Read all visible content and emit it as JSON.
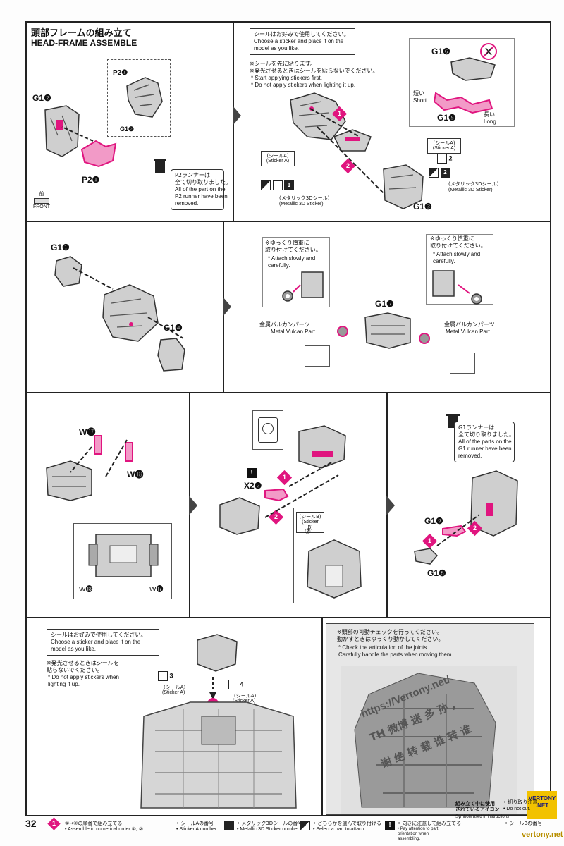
{
  "header": {
    "title_jp": "頭部フレームの組み立て",
    "title_en": "HEAD-FRAME ASSEMBLE",
    "front_jp": "前",
    "front_en": "FRONT"
  },
  "panel1": {
    "p2_top": "P2❶",
    "g1_2_inset": "G1❷",
    "g1_2": "G1❷",
    "p2_1": "P2❶",
    "runner_note_jp": "P2ランナーは\n全て切り取りました。",
    "runner_note_en": "All of the part on the\nP2 runner have been\nremoved."
  },
  "panel2": {
    "sticker_note_jp": "シールはお好みで使用してください。",
    "sticker_note_en": "Choose a sticker and place it on the\nmodel as you like.",
    "start_jp": "※シールを先に貼ります。",
    "light_jp": "※発光させるときはシールを貼らないでください。",
    "start_en": "* Start applying stickers first.",
    "light_en": "* Do not apply stickers when lighting it up.",
    "g1_6": "G1❻",
    "g1_5": "G1❺",
    "short_jp": "短い",
    "short_en": "Short",
    "long_jp": "長い",
    "long_en": "Long",
    "g1_3": "G1❸",
    "stickerA_jp": "(シールA)",
    "stickerA_en": "(Sticker A)",
    "metallic_jp": "(メタリック3Dシール)",
    "metallic_en": "(Metallic 3D Sticker)",
    "n1": "1",
    "n2": "2"
  },
  "panel3": {
    "g1_1": "G1❶",
    "g1_4": "G1❹"
  },
  "panel4": {
    "attach_jp": "※ゆっくり慎重に\n取り付けてください。",
    "attach_en": "* Attach slowly and\ncarefully.",
    "g1_7": "G1❼",
    "vulcan_jp": "金属バルカンパーツ",
    "vulcan_en": "Metal Vulcan Part"
  },
  "panel5": {
    "w17": "W⓱",
    "w18": "W⓲",
    "w18_small": "W⓲",
    "w17_small": "W⓱"
  },
  "panel6": {
    "x2": "X2❷",
    "stickerB_jp": "(シールB)",
    "stickerB_en": "(Sticker B)",
    "n7": "⑦"
  },
  "panel7": {
    "runner_note_jp": "G1ランナーは\n全て切り取りました。",
    "runner_note_en": "All of the parts on the\nG1 runner have been\nremoved.",
    "g1_9": "G1❾",
    "g1_8": "G1❽"
  },
  "panel8": {
    "sticker_note_jp": "シールはお好みで使用してください。",
    "sticker_note_en": "Choose a sticker and place it on the\nmodel as you like.",
    "light_jp": "※発光させるときはシールを\n貼らないでください。",
    "light_en": "* Do not apply stickers when\nlighting it up.",
    "n3": "3",
    "n4": "4",
    "stickerA_jp": "(シールA)",
    "stickerA_en": "(Sticker A)"
  },
  "panel9": {
    "check_jp": "※頭部の可動チェックを行ってください。\n動かすときはゆっくり動かしてください。",
    "check_en": "* Check the articulation of the joints.\nCarefully handle the parts when moving them.",
    "watermark1": "https://Vertony.net/",
    "watermark2": "TH 微博 迷 多 孙 ,",
    "watermark3": "谢 绝 转 载 谁 转 谁"
  },
  "footer": {
    "page_number": "32",
    "order_jp": "①→②の順番で組み立てる",
    "order_en": "• Assemble in numerical order ①, ②...",
    "stickerA_num_jp": "• シールAの番号",
    "stickerA_num_en": "• Sticker A number",
    "metallic_num_jp": "• メタリック3Dシールの番号",
    "metallic_num_en": "• Metallic 3D Sticker number",
    "select_jp": "• どちらかを選んで取り付ける",
    "select_en": "• Select a part to attach.",
    "direction_jp": "• 向きに注意して組み立てる",
    "direction_en": "• Pay attention to part orientation when assembling.",
    "symbols_jp": "組み立て中に使用\nされているアイコン",
    "symbols_en": "Symbols used in instructions",
    "nocut_jp": "• 切り取り注意",
    "nocut_en": "• Do not cut.",
    "stickerB_jp": "• シールBの番号",
    "badge": "VERTONY\n.NET",
    "site": "vertony.net"
  },
  "colors": {
    "accent": "#e0157f",
    "line": "#222222",
    "part_fill": "#cfcfcf",
    "badge": "#f2c200"
  }
}
